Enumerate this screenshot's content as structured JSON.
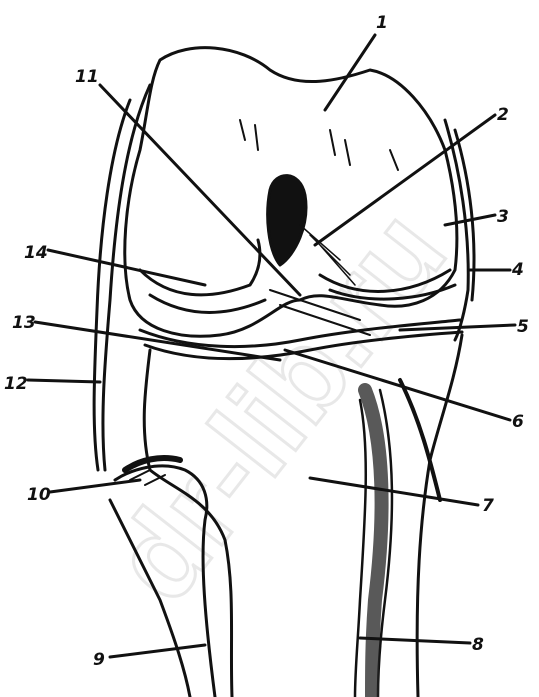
{
  "labels": [
    "1",
    "2",
    "3",
    "4",
    "5",
    "6",
    "7",
    "8",
    "9",
    "10",
    "11",
    "12",
    "13",
    "14"
  ],
  "watermark": "dr-lib.ru"
}
